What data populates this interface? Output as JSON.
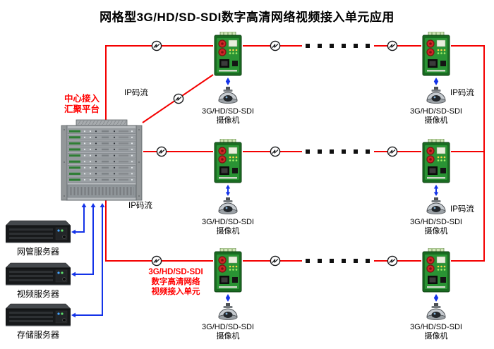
{
  "title": "网格型3G/HD/SD-SDI数字高清网络视频接入单元应用",
  "colors": {
    "line_red": "#f40000",
    "line_blue": "#1433e8",
    "label_red": "#ff0000",
    "device_green": "#2a9334",
    "chassis_gray": "#b6babd"
  },
  "platform_label": "中心接入\n汇聚平台",
  "ip_stream_label": "IP码流",
  "camera_label": "3G/HD/SD-SDI\n摄像机",
  "unit_caption": "3G/HD/SD-SDI\n数字高清网络\n视频接入单元",
  "servers": [
    {
      "label": "网管服务器"
    },
    {
      "label": "视频服务器"
    },
    {
      "label": "存储服务器"
    }
  ]
}
